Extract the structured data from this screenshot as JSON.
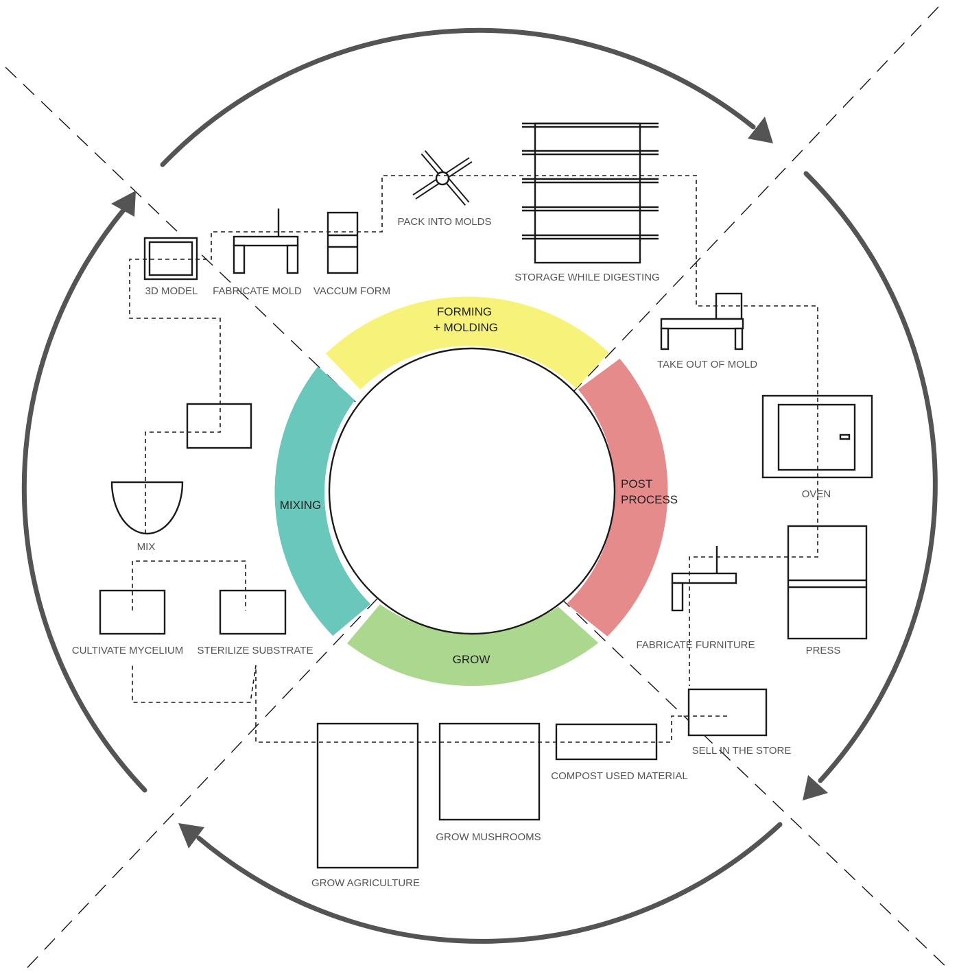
{
  "colors": {
    "forming": "#f7f37a",
    "post_process": "#e68b8b",
    "grow": "#acd78f",
    "mixing": "#69c7bb",
    "cycle_arrow": "#545454"
  },
  "phases": {
    "forming_line1": "FORMING",
    "forming_line2": "+ MOLDING",
    "post_line1": "POST",
    "post_line2": "PROCESS",
    "grow": "GROW",
    "mixing": "MIXING"
  },
  "steps": {
    "model_3d": "3D MODEL",
    "fabricate_mold": "FABRICATE MOLD",
    "vaccum_form": "VACCUM FORM",
    "pack_into_molds": "PACK INTO MOLDS",
    "storage_while_digesting": "STORAGE WHILE DIGESTING",
    "take_out_of_mold": "TAKE OUT OF MOLD",
    "oven": "OVEN",
    "press": "PRESS",
    "fabricate_furniture": "FABRICATE FURNITURE",
    "sell_in_the_store": "SELL IN THE STORE",
    "compost_used_material": "COMPOST USED MATERIAL",
    "grow_mushrooms": "GROW MUSHROOMS",
    "grow_agriculture": "GROW AGRICULTURE",
    "cultivate_mycelium": "CULTIVATE MYCELIUM",
    "sterilize_substrate": "STERILIZE SUBSTRATE",
    "mix": "MIX"
  }
}
